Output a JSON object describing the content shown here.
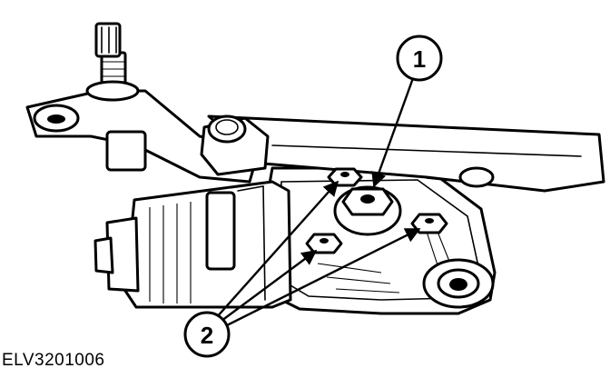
{
  "callouts": [
    {
      "label": "1"
    },
    {
      "label": "2"
    }
  ],
  "figure_code": "ELV3201006"
}
